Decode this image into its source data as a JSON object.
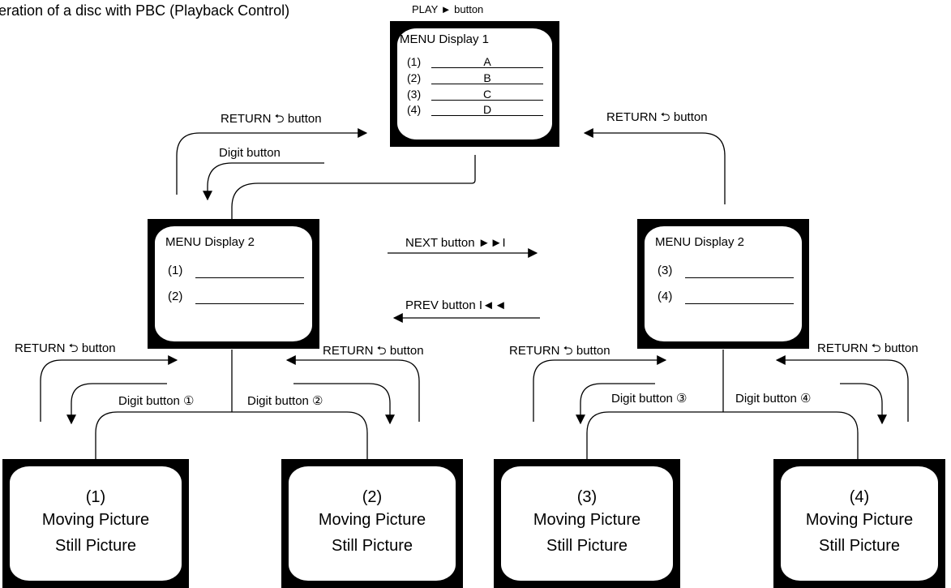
{
  "title": "eration of a disc with PBC (Playback Control)",
  "play_label": "PLAY ► button",
  "menu1": {
    "title": "MENU Display 1",
    "rows": [
      {
        "num": "(1)",
        "item": "A"
      },
      {
        "num": "(2)",
        "item": "B"
      },
      {
        "num": "(3)",
        "item": "C"
      },
      {
        "num": "(4)",
        "item": "D"
      }
    ]
  },
  "menu2_left": {
    "title": "MENU Display 2",
    "rows": [
      "(1)",
      "(2)"
    ]
  },
  "menu2_right": {
    "title": "MENU Display 2",
    "rows": [
      "(3)",
      "(4)"
    ]
  },
  "labels": {
    "return_top_left": "RETURN ⮌ button",
    "return_top_right": "RETURN ⮌ button",
    "digit_top": "Digit button",
    "next": "NEXT button ►►I",
    "prev": "PREV button I◄◄",
    "return_1": "RETURN ⮌ button",
    "return_2": "RETURN ⮌ button",
    "return_3": "RETURN ⮌ button",
    "return_4": "RETURN ⮌ button",
    "digit_1": "Digit button ①",
    "digit_2": "Digit button ②",
    "digit_3": "Digit button ③",
    "digit_4": "Digit button ④"
  },
  "pictures": [
    {
      "num": "(1)",
      "line1": "Moving Picture",
      "line2": "Still Picture"
    },
    {
      "num": "(2)",
      "line1": "Moving Picture",
      "line2": "Still Picture"
    },
    {
      "num": "(3)",
      "line1": "Moving Picture",
      "line2": "Still Picture"
    },
    {
      "num": "(4)",
      "line1": "Moving Picture",
      "line2": "Still Picture"
    }
  ]
}
